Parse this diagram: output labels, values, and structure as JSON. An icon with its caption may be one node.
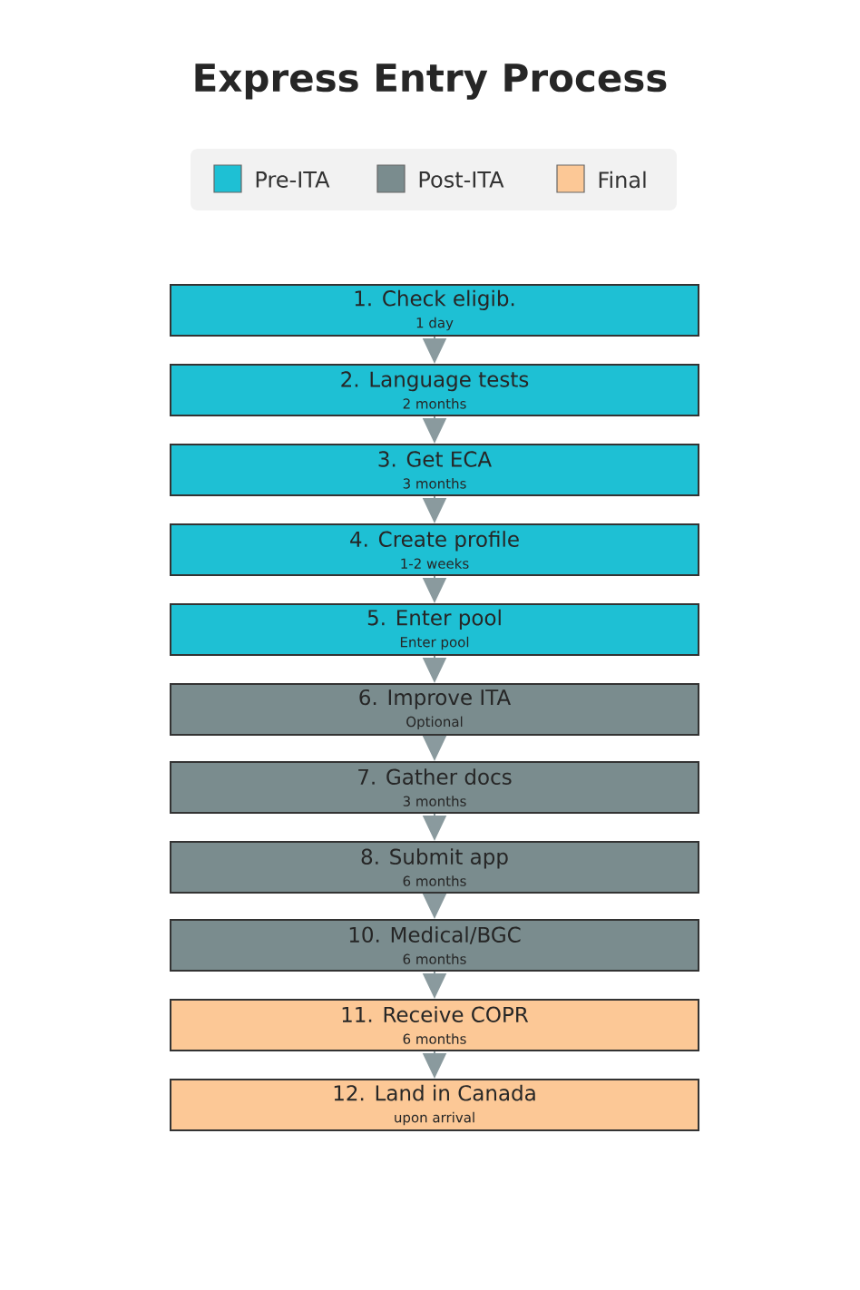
{
  "diagram": {
    "title": "Express Entry Process",
    "nodes": [
      {
        "text": [
          "1. Check eligib.",
          "1 day"
        ]
      },
      {
        "text": [
          "2. Language tests",
          "2 months"
        ]
      },
      {
        "text": [
          "3. Get ECA",
          "3 months"
        ]
      },
      {
        "text": [
          "4. Create profile",
          "1-2 weeks"
        ]
      },
      {
        "text": [
          "5. Enter pool",
          "Enter pool"
        ]
      },
      {
        "text": [
          "6. Improve ITA",
          "Optional"
        ]
      },
      {
        "text": [
          "7. Gather docs",
          "3 months"
        ]
      },
      {
        "text": [
          "8. Submit app",
          "6 months"
        ]
      },
      {
        "text": [
          "10. Medical/BGC",
          "6 months"
        ]
      },
      {
        "text": [
          "11. Receive COPR",
          "6 months"
        ]
      },
      {
        "text": [
          "12. Land in Canada",
          "upon arrival"
        ]
      }
    ],
    "edges": [
      {
        "from": 0,
        "to": 1,
        "arrow": "to"
      },
      {
        "from": 1,
        "to": 2,
        "arrow": "to"
      },
      {
        "from": 2,
        "to": 3,
        "arrow": "to"
      },
      {
        "from": 3,
        "to": 4,
        "arrow": "to"
      },
      {
        "from": 4,
        "to": 5,
        "arrow": "to"
      },
      {
        "from": 5,
        "to": 6,
        "arrow": "to"
      },
      {
        "from": 6,
        "to": 7,
        "arrow": "to"
      },
      {
        "from": 7,
        "to": 8,
        "arrow": "to"
      },
      {
        "from": 8,
        "to": 9,
        "arrow": "to"
      },
      {
        "from": 9,
        "to": 10,
        "arrow": "to"
      }
    ],
    "legend": [
      {
        "text": "Pre-ITA",
        "color": "#1ec0d4"
      },
      {
        "text": "Post-ITA",
        "color": "#7a8c8e"
      },
      {
        "text": "Final",
        "color": "#fcc896"
      }
    ]
  }
}
